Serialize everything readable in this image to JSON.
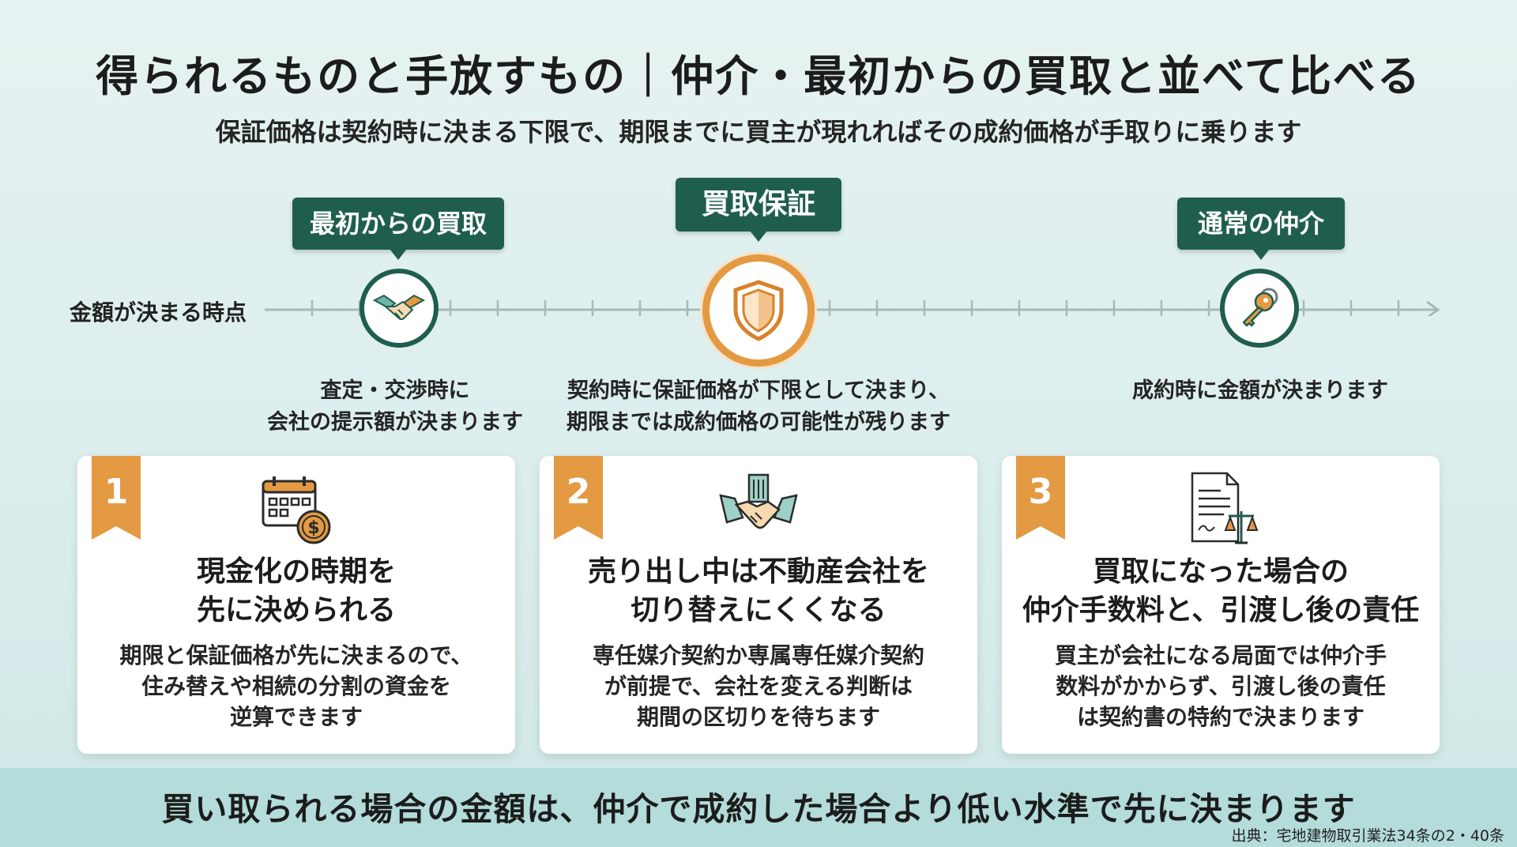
{
  "title": "得られるものと手放すもの｜仲介・最初からの買取と並べて比べる",
  "subtitle": "保証価格は契約時に決まる下限で、期限までに買主が現れればその成約価格が手取りに乗ります",
  "timeline": {
    "axis_label": "金額が決まる時点",
    "points": [
      {
        "badge": "最初からの買取",
        "icon": "handshake-icon",
        "desc_line1": "査定・交渉時に",
        "desc_line2": "会社の提示額が決まります"
      },
      {
        "badge": "買取保証",
        "icon": "shield-icon",
        "desc_line1": "契約時に保証価格が下限として決まり、",
        "desc_line2": "期限までは成約価格の可能性が残ります"
      },
      {
        "badge": "通常の仲介",
        "icon": "key-icon",
        "desc_line1": "成約時に金額が決まります",
        "desc_line2": ""
      }
    ]
  },
  "cards": [
    {
      "number": "1",
      "icon": "calendar-coin-icon",
      "title_line1": "現金化の時期を",
      "title_line2": "先に決められる",
      "body_line1": "期限と保証価格が先に決まるので、",
      "body_line2": "住み替えや相続の分割の資金を",
      "body_line3": "逆算できます"
    },
    {
      "number": "2",
      "icon": "building-handshake-icon",
      "title_line1": "売り出し中は不動産会社を",
      "title_line2": "切り替えにくくなる",
      "body_line1": "専任媒介契約か専属専任媒介契約",
      "body_line2": "が前提で、会社を変える判断は",
      "body_line3": "期間の区切りを待ちます"
    },
    {
      "number": "3",
      "icon": "document-scales-icon",
      "title_line1": "買取になった場合の",
      "title_line2": "仲介手数料と、引渡し後の責任",
      "body_line1": "買主が会社になる局面では仲介手",
      "body_line2": "数料がかからず、引渡し後の責任",
      "body_line3": "は契約書の特約で決まります"
    }
  ],
  "bottom": "買い取られる場合の金額は、仲介で成約した場合より低い水準で先に決まります",
  "source": "出典：宅地建物取引業法34条の2・40条",
  "colors": {
    "primary_green": "#1f5e4f",
    "accent_orange": "#e39a43",
    "band": "#b3dcda"
  }
}
